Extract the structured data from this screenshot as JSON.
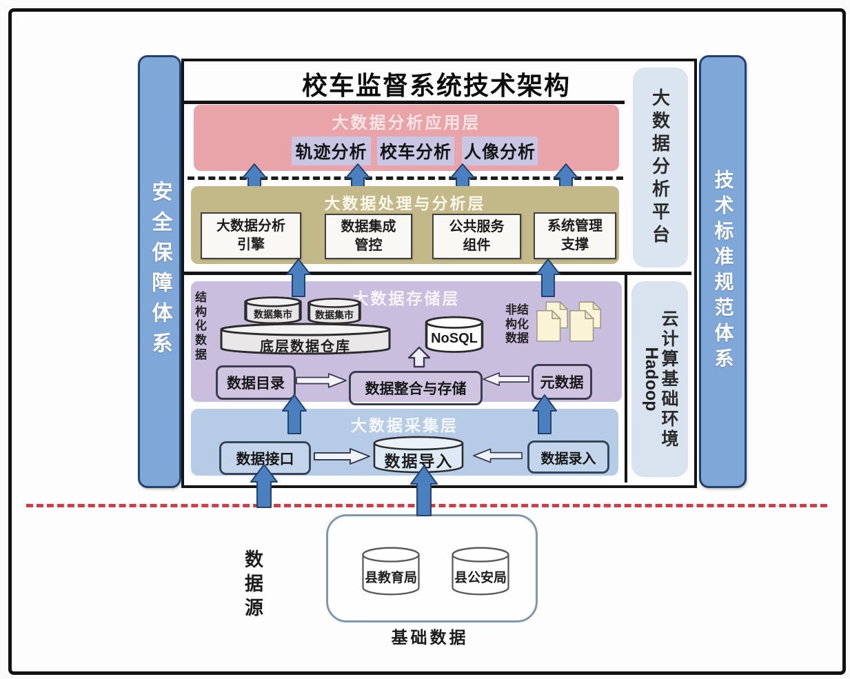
{
  "title": "校车监督系统技术架构",
  "side_bars": {
    "left": "安全保障体系",
    "right": "技术标准规范体系"
  },
  "right_labels": {
    "platform": "大数据分析平台",
    "cloud": "云计算基础环境",
    "hadoop": "Hadoop"
  },
  "app_layer": {
    "title": "大数据分析应用层",
    "items": [
      "轨迹分析",
      "校车分析",
      "人像分析"
    ]
  },
  "processing_layer": {
    "title": "大数据处理与分析层",
    "items": [
      "大数据分析\n引擎",
      "数据集成\n管控",
      "公共服务\n组件",
      "系统管理\n支撑"
    ]
  },
  "storage_layer": {
    "title": "大数据存储层",
    "structured_label": "结构化数据",
    "marts": [
      "数据集市",
      "数据集市"
    ],
    "warehouse": "底层数据仓库",
    "nosql": "NoSQL",
    "unstructured_label": "非结构化数据",
    "catalog": "数据目录",
    "integration": "数据整合与存储",
    "metadata": "元数据"
  },
  "collection_layer": {
    "title": "大数据采集层",
    "interface": "数据接口",
    "import": "数据导入",
    "entry": "数据录入"
  },
  "datasource": {
    "label": "数据源",
    "org1": "县教育局",
    "org2": "县公安局",
    "caption": "基础数据"
  },
  "icons": {
    "up_block_arrow": "solid-blue-up-arrow",
    "hollow_arrow": "outline-arrow",
    "documents": "document-pages-icon",
    "database": "database-cylinder-icon"
  },
  "colors": {
    "pillar_blue": "#7fa7d8",
    "app_pink": "#e9a4a9",
    "app_item_purple": "#c9c6e4",
    "processing_olive": "#c2b888",
    "storage_purple": "#c9bedd",
    "collection_blue": "#b6cce6",
    "arrow_blue": "#4a80c0",
    "red_divider": "#cf3e47",
    "side_label_bg": "#dbe5f0"
  }
}
